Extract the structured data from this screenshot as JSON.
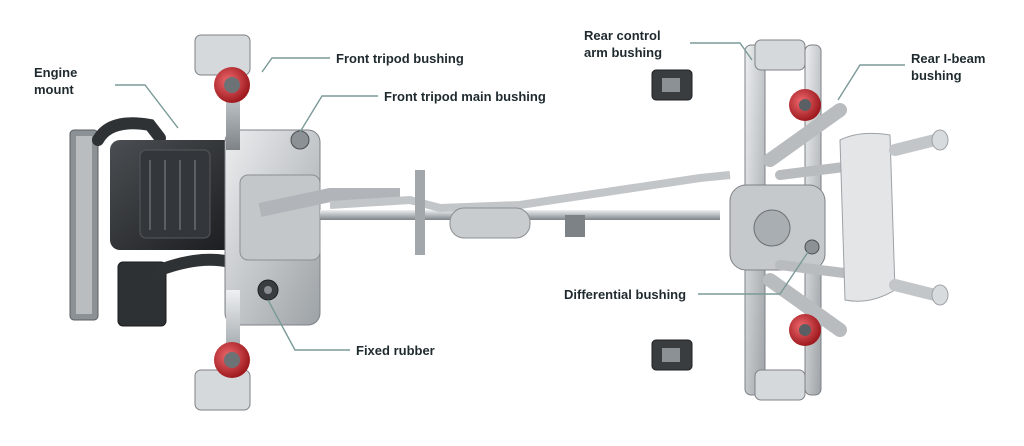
{
  "labels": {
    "engine_mount": [
      "Engine",
      "mount"
    ],
    "front_tripod_bushing": "Front tripod bushing",
    "front_tripod_main_bushing": "Front tripod main bushing",
    "fixed_rubber": "Fixed rubber",
    "rear_control_arm_bushing": [
      "Rear control",
      "arm bushing"
    ],
    "rear_i_beam_bushing": [
      "Rear I-beam",
      "bushing"
    ],
    "differential_bushing": "Differential bushing"
  },
  "colors": {
    "leader_line": "#7a9a98",
    "bushing_red": "#c8282e",
    "metal_light": "#d9dcde",
    "metal_mid": "#a9aeb2",
    "metal_dark": "#5a5f63",
    "engine_black": "#2a2d30"
  }
}
